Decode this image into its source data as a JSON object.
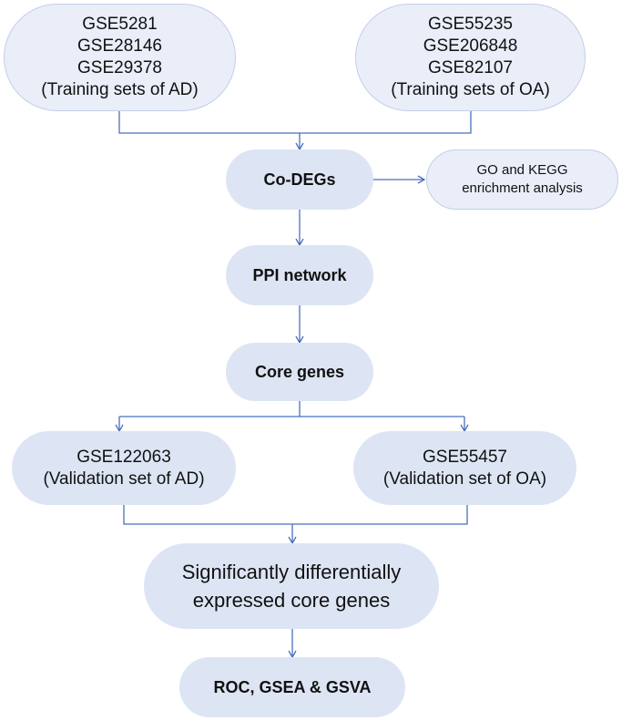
{
  "nodes": {
    "training_ad": {
      "lines": [
        "GSE5281",
        "GSE28146",
        "GSE29378",
        "(Training sets of AD)"
      ]
    },
    "training_oa": {
      "lines": [
        "GSE55235",
        "GSE206848",
        "GSE82107",
        "(Training sets of OA)"
      ]
    },
    "co_degs": {
      "label": "Co-DEGs"
    },
    "enrichment": {
      "lines": [
        "GO and KEGG",
        "enrichment analysis"
      ]
    },
    "ppi": {
      "label": "PPI network"
    },
    "core_genes": {
      "label": "Core genes"
    },
    "validation_ad": {
      "lines": [
        "GSE122063",
        "(Validation set of AD)"
      ]
    },
    "validation_oa": {
      "lines": [
        "GSE55457",
        "(Validation set of OA)"
      ]
    },
    "significant": {
      "lines": [
        "Significantly differentially",
        "expressed core genes"
      ]
    },
    "roc": {
      "label": "ROC, GSEA & GSVA"
    }
  },
  "colors": {
    "box_fill": "#dde5f4",
    "box_light": "#e9eef9",
    "box_border": "#c3cfe8",
    "arrow": "#4a6fbf"
  }
}
